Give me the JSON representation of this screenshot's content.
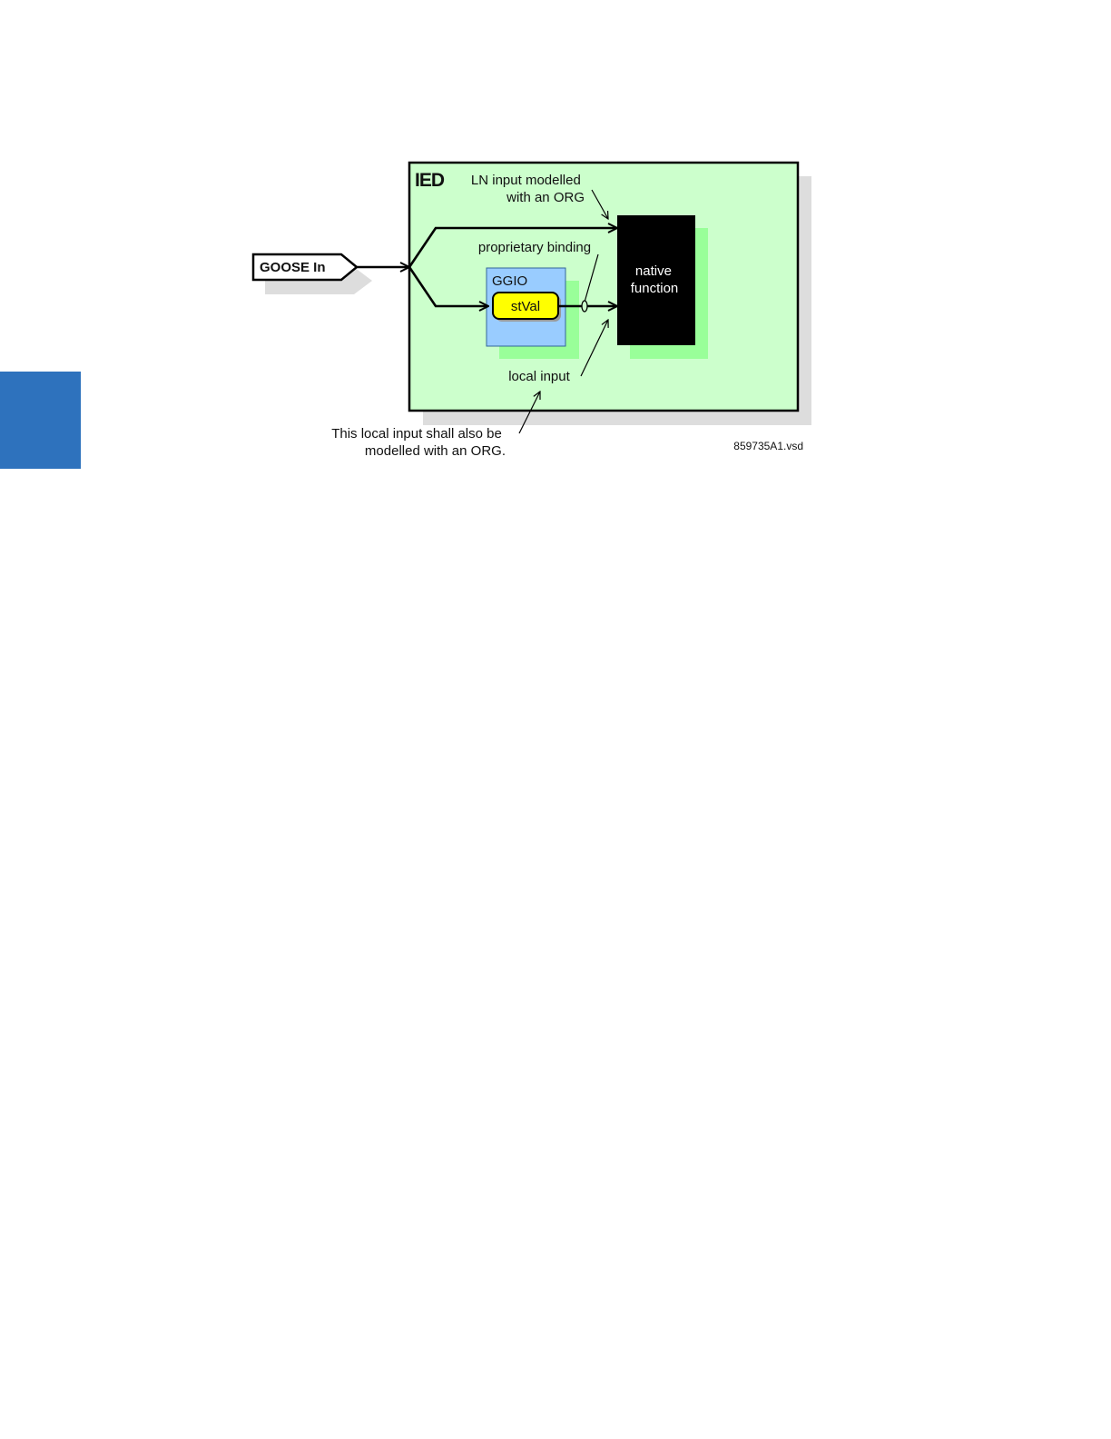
{
  "sidebar": {
    "tab_color": "#2e72bd"
  },
  "colors": {
    "ied_fill": "#ccffcc",
    "ggio_fill": "#99ccff",
    "stval_fill": "#ffff00",
    "native_fill": "#000000",
    "shadow_green": "#99ff99",
    "shadow_gray": "#dddddd"
  },
  "diagram": {
    "goose_in": "GOOSE In",
    "ied_title": "IED",
    "ln_input_line1": "LN input modelled",
    "ln_input_line2": "with an ORG",
    "proprietary_binding": "proprietary binding",
    "ggio_title": "GGIO",
    "stval": "stVal",
    "native_line1": "native",
    "native_line2": "function",
    "local_input": "local input",
    "note_line1": "This local input shall also be",
    "note_line2": "modelled with an ORG.",
    "file_id": "859735A1.vsd"
  }
}
